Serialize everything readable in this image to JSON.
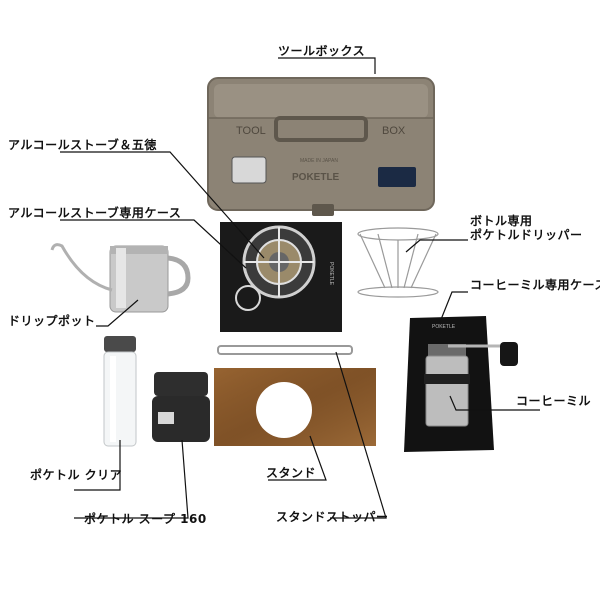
{
  "labels": {
    "toolbox": "ツールボックス",
    "alcohol_stove": "アルコールストーブ＆五徳",
    "stove_case": "アルコールストーブ専用ケース",
    "bottle_dripper": "ボトル専用\nポケトルドリッパー",
    "mill_case": "コーヒーミル専用ケース",
    "drip_pot": "ドリップポット",
    "coffee_mill": "コーヒーミル",
    "poketle_clear": "ポケトル クリア",
    "stand": "スタンド",
    "poketle_soup": "ポケトル スープ 160",
    "stand_stopper": "スタンドストッパー"
  },
  "product_marks": {
    "toolbox_tool": "TOOL",
    "toolbox_box": "BOX",
    "toolbox_brand": "POKETLE",
    "toolbox_made": "MADE IN JAPAN",
    "case_brand": "POKETLE"
  },
  "colors": {
    "toolbox": "#8c8375",
    "toolbox_dark": "#6f675b",
    "steel": "#c8c8c8",
    "wood": "#8a5a2b",
    "black": "#1a1a1a"
  }
}
